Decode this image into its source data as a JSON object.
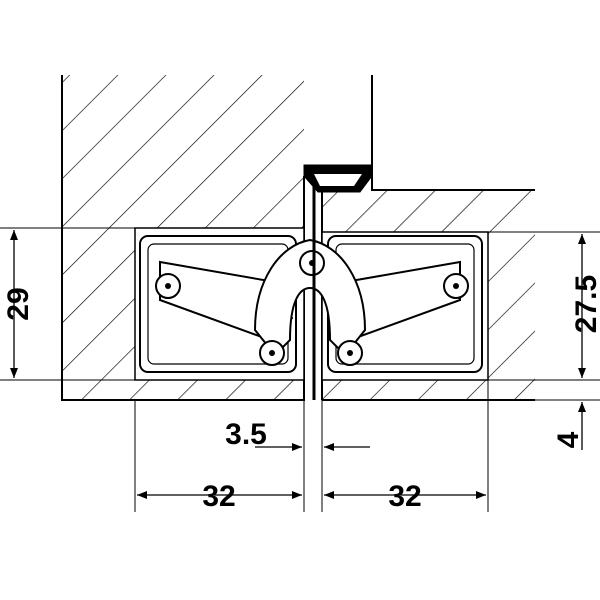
{
  "dimensions": {
    "left_height": "29",
    "right_height": "27.5",
    "gap": "3.5",
    "right_offset": "4",
    "left_width": "32",
    "right_width": "32"
  },
  "colors": {
    "ink": "#000000",
    "paper": "#ffffff",
    "metal_fill": "#ffffff"
  }
}
